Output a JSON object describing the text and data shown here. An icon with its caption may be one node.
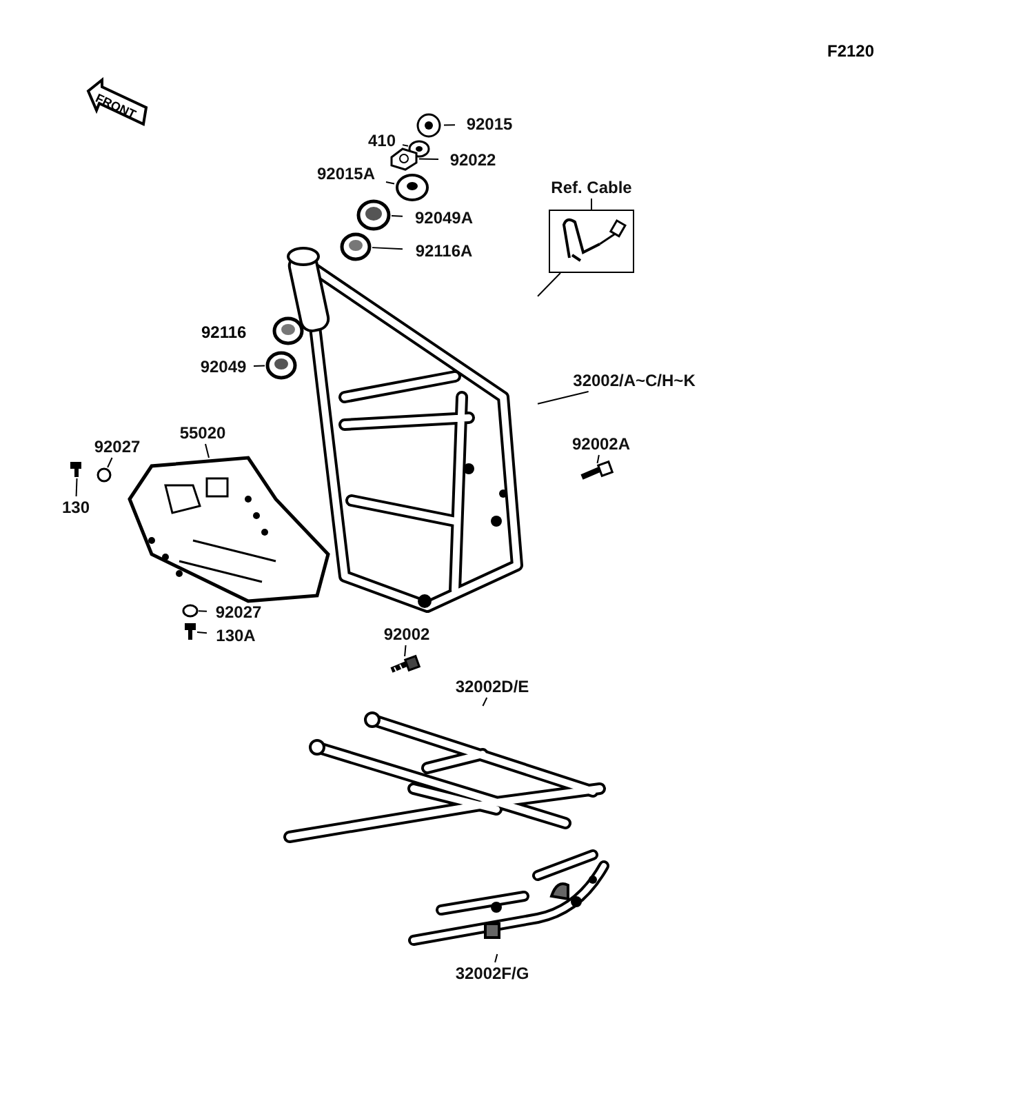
{
  "diagram": {
    "nodes": [
      {
        "text": [
          "92015"
        ]
      },
      {
        "text": [],
        "shape": "picture"
      },
      {
        "text": [
          "410"
        ]
      },
      {
        "text": [],
        "shape": "picture"
      },
      {
        "text": [
          "92022"
        ]
      },
      {
        "text": [],
        "shape": "picture"
      },
      {
        "text": [
          "92015A"
        ]
      },
      {
        "text": [],
        "shape": "picture"
      },
      {
        "text": [
          "92049A"
        ]
      },
      {
        "text": [],
        "shape": "picture"
      },
      {
        "text": [
          "92116A"
        ]
      },
      {
        "text": [],
        "shape": "picture"
      },
      {
        "text": [
          "Ref. Cable"
        ]
      },
      {
        "text": [],
        "shape": "box"
      },
      {
        "text": [],
        "shape": "picture"
      },
      {
        "text": [
          "32002/A~C/H~K"
        ]
      },
      {
        "text": [
          "92049"
        ]
      },
      {
        "text": [],
        "shape": "picture"
      },
      {
        "text": [
          "55020"
        ]
      },
      {
        "text": [],
        "shape": "picture"
      },
      {
        "text": [
          "92027"
        ]
      },
      {
        "text": [],
        "shape": "circle"
      },
      {
        "text": [
          "130"
        ]
      },
      {
        "text": [],
        "shape": "picture"
      },
      {
        "text": [
          "92027"
        ]
      },
      {
        "text": [],
        "shape": "circle"
      },
      {
        "text": [
          "130A"
        ]
      },
      {
        "text": [],
        "shape": "picture"
      },
      {
        "text": [
          "92002A"
        ]
      },
      {
        "text": [],
        "shape": "picture"
      },
      {
        "text": [
          "92002"
        ]
      },
      {
        "text": [],
        "shape": "picture"
      },
      {
        "text": [
          "32002D/E"
        ]
      },
      {
        "text": [],
        "shape": "picture"
      },
      {
        "text": [
          "32002F/G"
        ]
      },
      {
        "text": [],
        "shape": "picture"
      }
    ],
    "edges": [
      {
        "from": 0,
        "to": 1,
        "arrow": "none"
      },
      {
        "from": 2,
        "to": 3,
        "arrow": "none"
      },
      {
        "from": 4,
        "to": 5,
        "arrow": "none"
      },
      {
        "from": 6,
        "to": 7,
        "arrow": "none"
      },
      {
        "from": 8,
        "to": 9,
        "arrow": "none"
      },
      {
        "from": 10,
        "to": 11,
        "arrow": "none"
      },
      {
        "from": 12,
        "to": 13,
        "arrow": "none"
      },
      {
        "from": 13,
        "to": 14,
        "arrow": "none"
      },
      {
        "from": 15,
        "to": 14,
        "arrow": "none"
      },
      {
        "from": 16,
        "to": 17,
        "arrow": "none"
      },
      {
        "from": 18,
        "to": 19,
        "arrow": "none"
      },
      {
        "from": 20,
        "to": 21,
        "arrow": "none"
      },
      {
        "from": 22,
        "to": 23,
        "arrow": "none"
      },
      {
        "from": 24,
        "to": 25,
        "arrow": "none"
      },
      {
        "from": 26,
        "to": 27,
        "arrow": "none"
      },
      {
        "from": 28,
        "to": 29,
        "arrow": "none"
      },
      {
        "from": 30,
        "to": 31,
        "arrow": "none"
      },
      {
        "from": 32,
        "to": 33,
        "arrow": "none"
      },
      {
        "from": 34,
        "to": 35,
        "arrow": "none"
      }
    ],
    "labels": [
      "F2120",
      "FRONT",
      "92116"
    ]
  }
}
